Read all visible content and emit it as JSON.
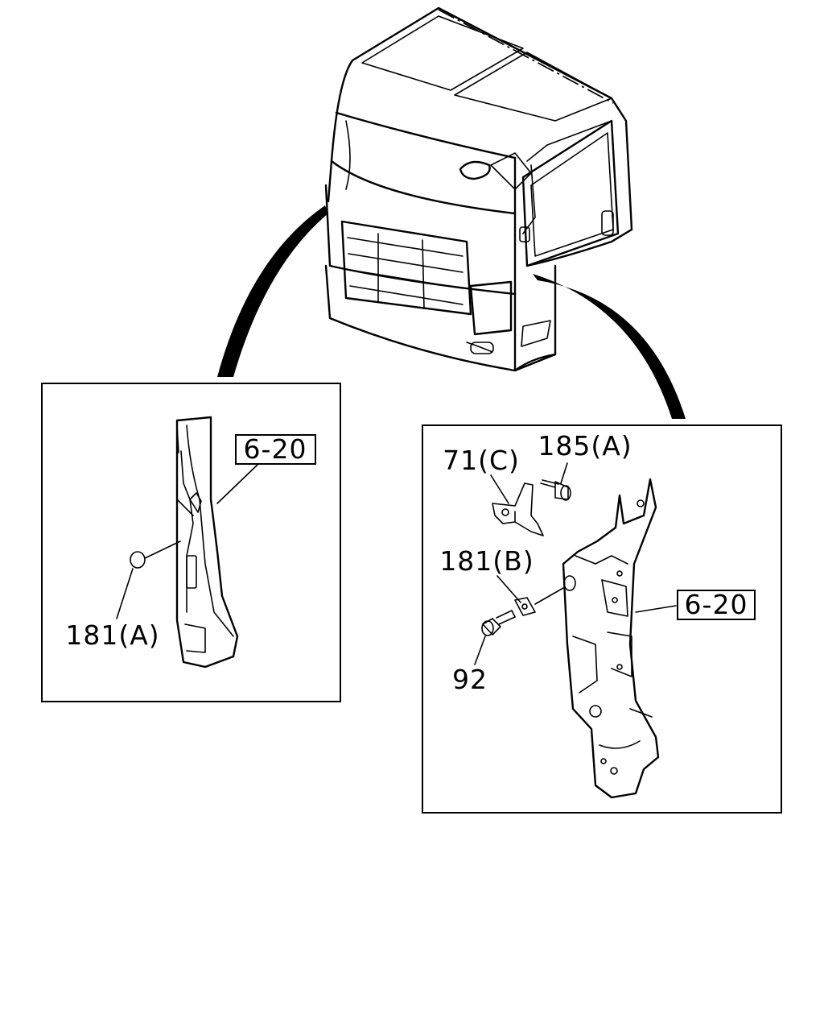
{
  "labels": {
    "left_ref": "6-20",
    "left_part": "181(A)",
    "right_ref": "6-20",
    "clip": "71(C)",
    "bolt_a": "185(A)",
    "plug_b": "181(B)",
    "bolt": "92"
  },
  "colors": {
    "line": "#000000",
    "background": "#ffffff"
  }
}
